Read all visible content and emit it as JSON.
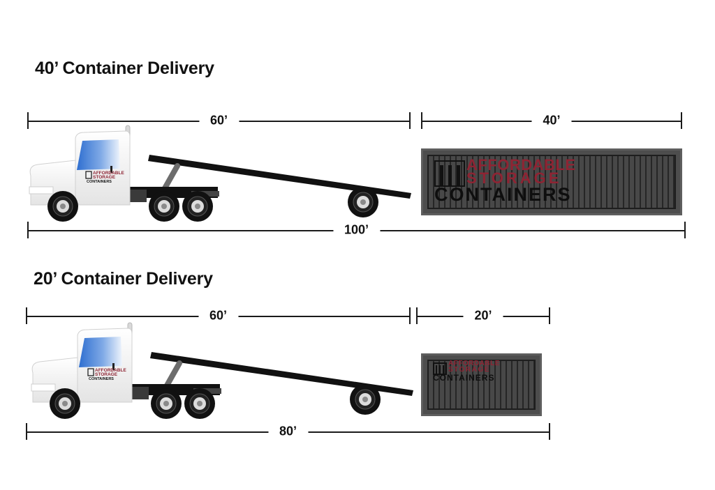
{
  "sections": [
    {
      "title": "40’ Container Delivery",
      "dims": {
        "truck_length": "60’",
        "container_length": "40’",
        "total_length": "100’"
      },
      "container_brand": {
        "line1": "AFFORDABLE",
        "line2": "STORAGE",
        "line3": "CONTAINERS"
      }
    },
    {
      "title": "20’ Container Delivery",
      "dims": {
        "truck_length": "60’",
        "container_length": "20’",
        "total_length": "80’"
      },
      "container_brand": {
        "line1": "AFFORDABLE",
        "line2": "STORAGE",
        "line3": "CONTAINERS"
      }
    }
  ],
  "cab_logo": {
    "line1": "AFFORDABLE",
    "line2": "STORAGE",
    "line3": "CONTAINERS"
  },
  "colors": {
    "container": "#4d4d4d",
    "brand_red": "#8e2433",
    "truck_body": "#f2f2f2",
    "windshield": "#3f7fd6",
    "frame": "#111111"
  },
  "icons": [
    "truck-icon",
    "tire-icon",
    "shipping-container-icon",
    "company-logo-icon"
  ]
}
